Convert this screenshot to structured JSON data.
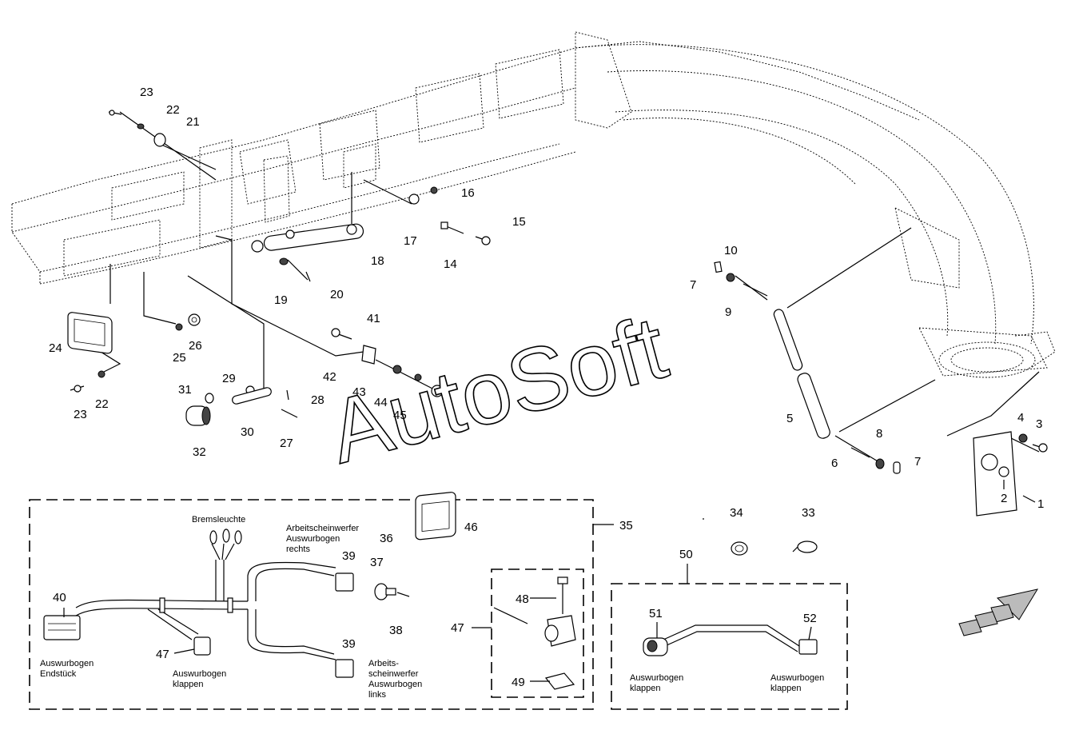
{
  "watermark": "AutoSoft",
  "callouts": {
    "n1": "1",
    "n2": "2",
    "n3": "3",
    "n4": "4",
    "n5": "5",
    "n6": "6",
    "n7a": "7",
    "n7b": "7",
    "n8": "8",
    "n9": "9",
    "n10": "10",
    "n14": "14",
    "n15": "15",
    "n16": "16",
    "n17": "17",
    "n18": "18",
    "n19": "19",
    "n20": "20",
    "n21": "21",
    "n22a": "22",
    "n22b": "22",
    "n23a": "23",
    "n23b": "23",
    "n24": "24",
    "n25": "25",
    "n26": "26",
    "n27": "27",
    "n28": "28",
    "n29": "29",
    "n30": "30",
    "n31": "31",
    "n32": "32",
    "n33": "33",
    "n34": "34",
    "n35": "35",
    "n36": "36",
    "n37": "37",
    "n38": "38",
    "n39a": "39",
    "n39b": "39",
    "n40": "40",
    "n41": "41",
    "n42": "42",
    "n43": "43",
    "n44": "44",
    "n45": "45",
    "n46": "46",
    "n47a": "47",
    "n47b": "47",
    "n48": "48",
    "n49": "49",
    "n50": "50",
    "n51": "51",
    "n52": "52"
  },
  "labels": {
    "bremsleuchte": "Bremsleuchte",
    "arbeitsscheinwerfer_rechts": [
      "Arbeitscheinwerfer",
      "Auswurbogen",
      "rechts"
    ],
    "arbeitsscheinwerfer_links": [
      "Arbeits-",
      "scheinwerfer",
      "Auswurbogen",
      "links"
    ],
    "auswurbogen_endstueck": [
      "Auswurbogen",
      "Endstück"
    ],
    "auswurbogen_klappen_47": [
      "Auswurbogen",
      "klappen"
    ],
    "auswurbogen_klappen_51": [
      "Auswurbogen",
      "klappen"
    ],
    "auswurbogen_klappen_52": [
      "Auswurbogen",
      "klappen"
    ]
  }
}
